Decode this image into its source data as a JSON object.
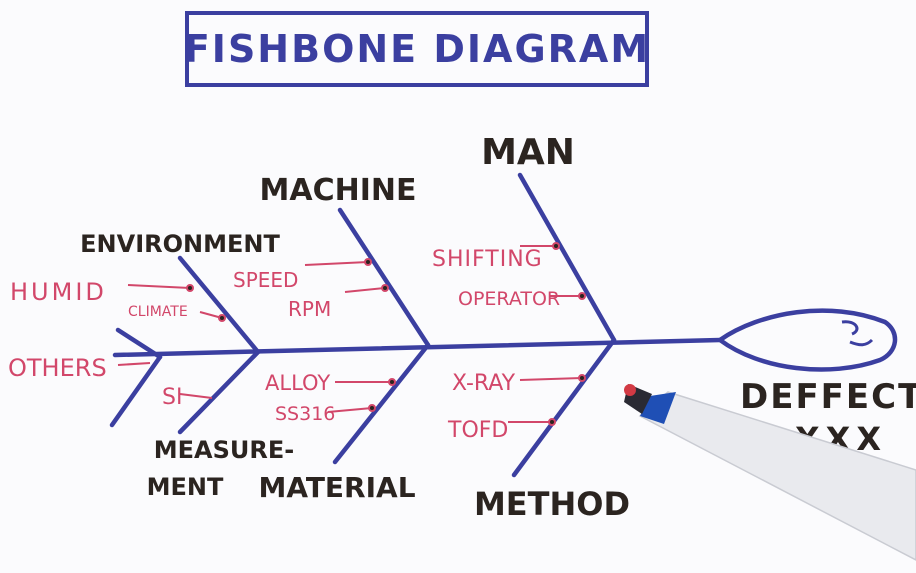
{
  "title": "FISHBONE DIAGRAM",
  "colors": {
    "bone": "#3b3fa0",
    "cause_text": "#d2476a",
    "category_text": "#2b2420",
    "title_text": "#3b3fa0",
    "marker_tip": "#d23a44"
  },
  "head": {
    "effect_line1": "DEFFECT",
    "effect_line2": "XXX"
  },
  "categories": {
    "man": "MAN",
    "machine": "MACHINE",
    "environment": "ENVIRONMENT",
    "method": "METHOD",
    "material": "MATERIAL",
    "measurement_line1": "MEASURE-",
    "measurement_line2": "MENT"
  },
  "causes": {
    "man": [
      "SHIFTING",
      "OPERATOR"
    ],
    "machine": [
      "SPEED",
      "RPM"
    ],
    "environment": [
      "HUMID",
      "CLIMATE"
    ],
    "others": "OTHERS",
    "method": [
      "X-RAY",
      "TOFD"
    ],
    "material": [
      "ALLOY",
      "SS316"
    ],
    "measurement": [
      "SI"
    ]
  },
  "icons": {
    "marker": "pen-marker-icon",
    "fish_head": "fish-head-icon"
  }
}
